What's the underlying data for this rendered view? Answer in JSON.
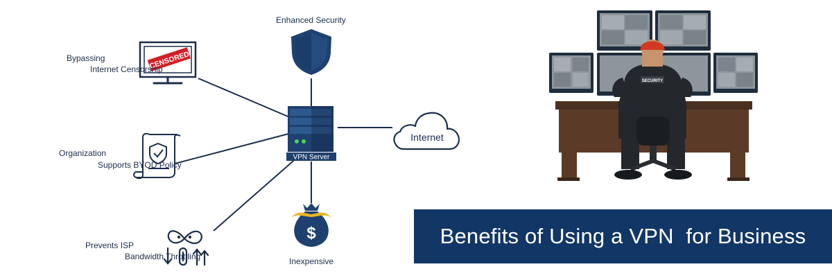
{
  "diagram": {
    "nodes": {
      "security": "Enhanced Security",
      "censorship_line1": "Bypassing",
      "censorship_line2": "Internet Censorship",
      "stamp": "CENSORED",
      "byod_line1": "Organization",
      "byod_line2": "Supports BYOD Policy",
      "throttle_line1": "Prevents ISP",
      "throttle_line2": "Bandwidth Throttling",
      "server": "VPN Server",
      "internet": "Internet",
      "cost": "Inexpensive"
    },
    "icons": {
      "security": "shield-icon",
      "censorship": "censored-monitor-icon",
      "byod": "policy-scroll-icon",
      "throttle": "bandwidth-icon",
      "server": "server-icon",
      "internet": "cloud-icon",
      "cost": "money-bag-icon",
      "scene": "security-operator-illustration"
    },
    "edges": [
      [
        "server",
        "security"
      ],
      [
        "server",
        "censorship"
      ],
      [
        "server",
        "byod"
      ],
      [
        "server",
        "throttle"
      ],
      [
        "server",
        "cost"
      ],
      [
        "server",
        "internet"
      ]
    ]
  },
  "illustration": {
    "badge": "SECURITY"
  },
  "banner": {
    "title": "Benefits of Using a VPN  for Business"
  },
  "colors": {
    "navy": "#1c2d4a",
    "banner": "#123766",
    "shield": "#1f4170",
    "censored_red": "#d21f26",
    "server_led": "#4ed15b",
    "money_gold": "#e8b42b"
  }
}
